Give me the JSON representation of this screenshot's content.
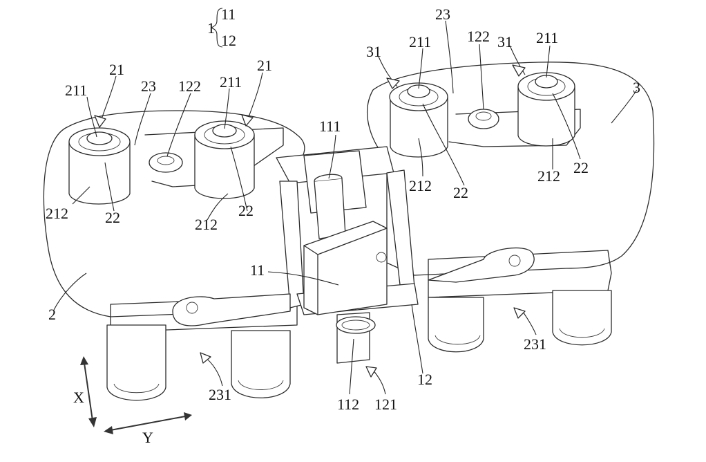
{
  "legend": {
    "main": "1",
    "sub_a": "11",
    "sub_b": "12"
  },
  "labels": {
    "l21a": "21",
    "l211a": "211",
    "l23a": "23",
    "l122a": "122",
    "l211b": "211",
    "l21b": "21",
    "l212a": "212",
    "l22a": "22",
    "l212b": "212",
    "l22b": "22",
    "l2": "2",
    "l111": "111",
    "l11": "11",
    "l112": "112",
    "l121": "121",
    "l12": "12",
    "l231a": "231",
    "l231b": "231",
    "l23b": "23",
    "l31a": "31",
    "l211c": "211",
    "l122b": "122",
    "l31b": "31",
    "l211d": "211",
    "l3": "3",
    "l212c": "212",
    "l22c": "22",
    "l212d": "212",
    "l22d": "22"
  },
  "axes": {
    "x": "X",
    "y": "Y"
  }
}
